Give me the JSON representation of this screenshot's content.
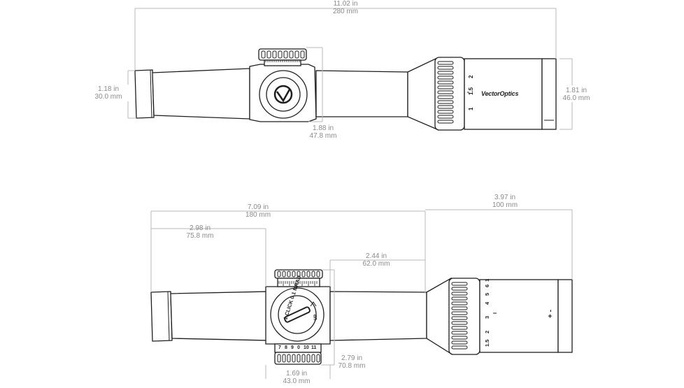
{
  "dimensions": {
    "overall_length": {
      "in": "11.02 in",
      "mm": "280 mm"
    },
    "tube_diameter": {
      "in": "1.18  in",
      "mm": "30.0 mm"
    },
    "objective_diameter": {
      "in": "1.81 in",
      "mm": "46.0 mm"
    },
    "turret_width": {
      "in": "1.88 in",
      "mm": "47.8 mm"
    },
    "mount_length": {
      "in": "7.09 in",
      "mm": "180 mm"
    },
    "rear_to_turret": {
      "in": "2.98 in",
      "mm": "75.8 mm"
    },
    "turret_to_front": {
      "in": "2.44 in",
      "mm": "62.0 mm"
    },
    "front_section": {
      "in": "3.97 in",
      "mm": "100 mm"
    },
    "turret_height": {
      "in": "2.79 in",
      "mm": "70.8 mm"
    },
    "turret_base": {
      "in": "1.69 in",
      "mm": "43.0 mm"
    }
  },
  "markings": {
    "brand": "VectorOptics",
    "zoom_top": [
      "1",
      "1.5",
      "2"
    ],
    "zoom_side": [
      "1.5",
      "2",
      "3",
      "4",
      "5",
      "6"
    ],
    "zoom_side_end": "1",
    "click_text": "1 CLICK 0.1 MRAD",
    "dial_arrow_labels": [
      "UP"
    ],
    "turret_numbers": [
      "7",
      "8",
      "9",
      "0",
      "10",
      "11"
    ],
    "focus_symbol": "+ -"
  },
  "icons": {
    "logo": "vector-optics-logo-icon"
  }
}
